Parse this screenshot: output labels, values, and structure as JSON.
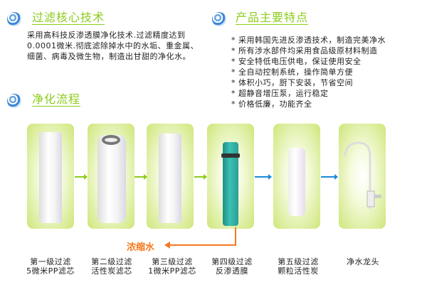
{
  "tech": {
    "title": "过滤核心技术",
    "text": "采用高科技反渗透膜净化技术.过滤精度达到0.0001微米.彻底滤除掉水中的水垢、重金属、细菌、病毒及微生物，制造出甘甜的净化水。"
  },
  "features": {
    "title": "产品主要特点",
    "items": [
      "* 采用韩国先进反渗透技术，制造完美净水",
      "* 所有涉水部件均采用食品级原材料制造",
      "* 安全特低电压供电，保证使用安全",
      "* 全自动控制系统，操作简单方便",
      "* 体积小巧，厨下安装，节省空间",
      "* 超静音增压泵，运行稳定",
      "* 价格低廉，功能齐全"
    ]
  },
  "process": {
    "title": "净化流程",
    "concentrate": "浓缩水",
    "stages": [
      {
        "line1": "第一级过滤",
        "line2": "5微米PP滤芯"
      },
      {
        "line1": "第二级过滤",
        "line2": "活性炭滤芯"
      },
      {
        "line1": "第三级过滤",
        "line2": "1微米PP滤芯"
      },
      {
        "line1": "第四级过滤",
        "line2": "反渗透膜"
      },
      {
        "line1": "第五级过滤",
        "line2": "颗粒活性炭"
      },
      {
        "line1": "净水龙头",
        "line2": ""
      }
    ]
  },
  "colors": {
    "accent": "#8ccc1c",
    "orange": "#f47a20",
    "blue": "#1a8ad8"
  }
}
